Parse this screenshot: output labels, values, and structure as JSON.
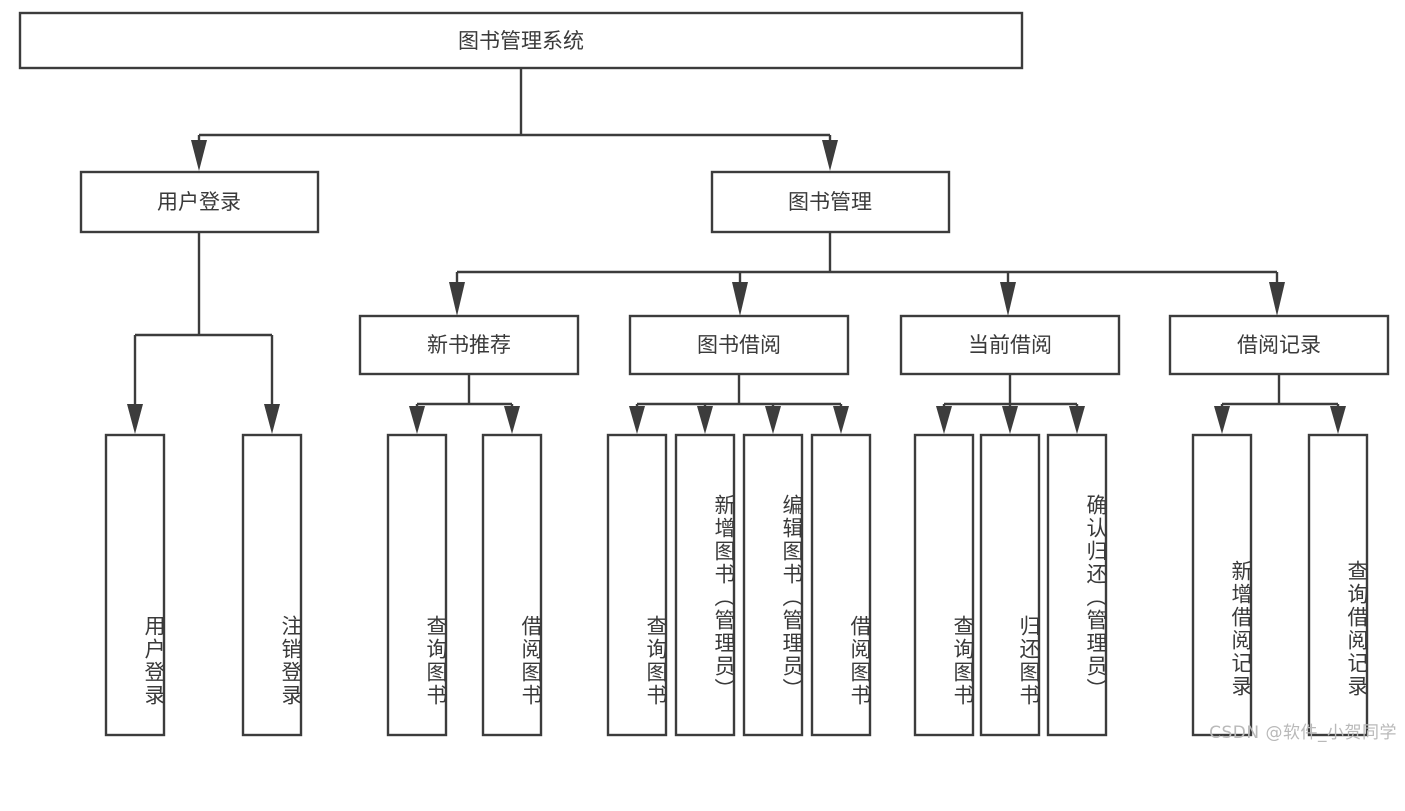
{
  "diagram": {
    "title": "图书管理系统",
    "type": "hierarchy-tree",
    "watermark": "CSDN @软件_小贺同学",
    "colors": {
      "stroke": "#3c3c3c",
      "text": "#3a3a3a",
      "background": "#ffffff",
      "watermark": "#b9b9b9"
    },
    "root": {
      "label": "图书管理系统",
      "level": 0
    },
    "level1": [
      {
        "label": "用户登录"
      },
      {
        "label": "图书管理"
      }
    ],
    "level2": [
      {
        "label": "新书推荐",
        "parent": "图书管理"
      },
      {
        "label": "图书借阅",
        "parent": "图书管理"
      },
      {
        "label": "当前借阅",
        "parent": "图书管理"
      },
      {
        "label": "借阅记录",
        "parent": "图书管理"
      }
    ],
    "leaves": {
      "user_login": [
        {
          "label": "用户登录"
        },
        {
          "label": "注销登录"
        }
      ],
      "new_book_recommend": [
        {
          "label": "查询图书"
        },
        {
          "label": "借阅图书"
        }
      ],
      "book_borrow": [
        {
          "label": "查询图书"
        },
        {
          "label": "新增图书（管理员）"
        },
        {
          "label": "编辑图书（管理员）"
        },
        {
          "label": "借阅图书"
        }
      ],
      "current_borrow": [
        {
          "label": "查询图书"
        },
        {
          "label": "归还图书"
        },
        {
          "label": "确认归还（管理员）"
        }
      ],
      "borrow_record": [
        {
          "label": "新增借阅记录"
        },
        {
          "label": "查询借阅记录"
        }
      ]
    }
  }
}
